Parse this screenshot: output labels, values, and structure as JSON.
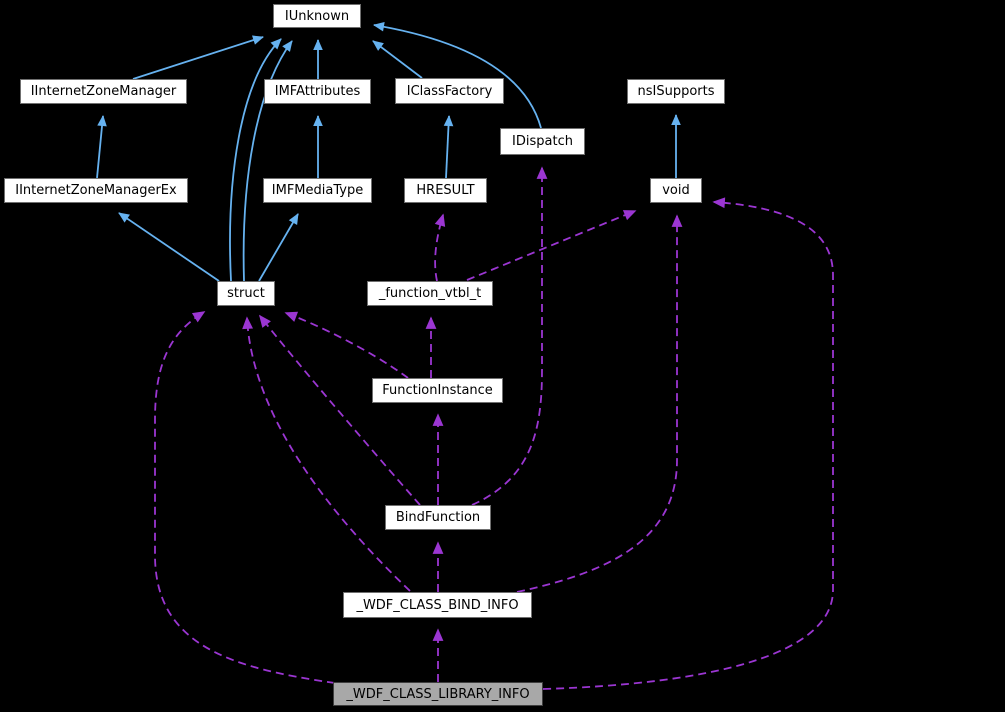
{
  "diagram": {
    "kind": "class collaboration diagram",
    "background_color": "#000000",
    "colors": {
      "inheritance_edge": "#66b2f0",
      "usage_edge": "#9b36d2",
      "node_fill": "#ffffff",
      "node_border": "#6f6f6f",
      "highlight_node_fill": "#a8a8a8",
      "text": "#000000"
    },
    "nodes": [
      {
        "label": "IUnknown"
      },
      {
        "label": "IInternetZoneManager"
      },
      {
        "label": "IMFAttributes"
      },
      {
        "label": "IClassFactory"
      },
      {
        "label": "IDispatch"
      },
      {
        "label": "nsISupports"
      },
      {
        "label": "IInternetZoneManagerEx"
      },
      {
        "label": "IMFMediaType"
      },
      {
        "label": "HRESULT"
      },
      {
        "label": "void"
      },
      {
        "label": "struct"
      },
      {
        "label": "_function_vtbl_t"
      },
      {
        "label": "FunctionInstance"
      },
      {
        "label": "BindFunction"
      },
      {
        "label": "_WDF_CLASS_BIND_INFO"
      },
      {
        "label": "_WDF_CLASS_LIBRARY_INFO",
        "highlighted": true
      }
    ],
    "edges": [
      {
        "from": "IInternetZoneManager",
        "to": "IUnknown",
        "style": "solid-blue"
      },
      {
        "from": "struct",
        "to": "IUnknown",
        "style": "solid-blue"
      },
      {
        "from": "struct",
        "to": "IUnknown",
        "style": "solid-blue"
      },
      {
        "from": "IMFAttributes",
        "to": "IUnknown",
        "style": "solid-blue"
      },
      {
        "from": "IClassFactory",
        "to": "IUnknown",
        "style": "solid-blue"
      },
      {
        "from": "IDispatch",
        "to": "IUnknown",
        "style": "solid-blue"
      },
      {
        "from": "IInternetZoneManagerEx",
        "to": "IInternetZoneManager",
        "style": "solid-blue"
      },
      {
        "from": "struct",
        "to": "IInternetZoneManagerEx",
        "style": "solid-blue"
      },
      {
        "from": "IMFMediaType",
        "to": "IMFAttributes",
        "style": "solid-blue"
      },
      {
        "from": "struct",
        "to": "IMFMediaType",
        "style": "solid-blue"
      },
      {
        "from": "HRESULT",
        "to": "IClassFactory",
        "style": "solid-blue"
      },
      {
        "from": "void",
        "to": "nsISupports",
        "style": "solid-blue"
      },
      {
        "from": "FunctionInstance",
        "to": "_function_vtbl_t",
        "style": "dashed-purple"
      },
      {
        "from": "_function_vtbl_t",
        "to": "HRESULT",
        "style": "dashed-purple"
      },
      {
        "from": "_function_vtbl_t",
        "to": "void",
        "style": "dashed-purple"
      },
      {
        "from": "FunctionInstance",
        "to": "struct",
        "style": "dashed-purple"
      },
      {
        "from": "BindFunction",
        "to": "FunctionInstance",
        "style": "dashed-purple"
      },
      {
        "from": "BindFunction",
        "to": "IDispatch",
        "style": "dashed-purple"
      },
      {
        "from": "BindFunction",
        "to": "struct",
        "style": "dashed-purple"
      },
      {
        "from": "_WDF_CLASS_BIND_INFO",
        "to": "BindFunction",
        "style": "dashed-purple"
      },
      {
        "from": "_WDF_CLASS_BIND_INFO",
        "to": "struct",
        "style": "dashed-purple"
      },
      {
        "from": "_WDF_CLASS_BIND_INFO",
        "to": "void",
        "style": "dashed-purple"
      },
      {
        "from": "_WDF_CLASS_LIBRARY_INFO",
        "to": "_WDF_CLASS_BIND_INFO",
        "style": "dashed-purple"
      },
      {
        "from": "_WDF_CLASS_LIBRARY_INFO",
        "to": "struct",
        "style": "dashed-purple"
      },
      {
        "from": "_WDF_CLASS_LIBRARY_INFO",
        "to": "void",
        "style": "dashed-purple"
      }
    ]
  }
}
